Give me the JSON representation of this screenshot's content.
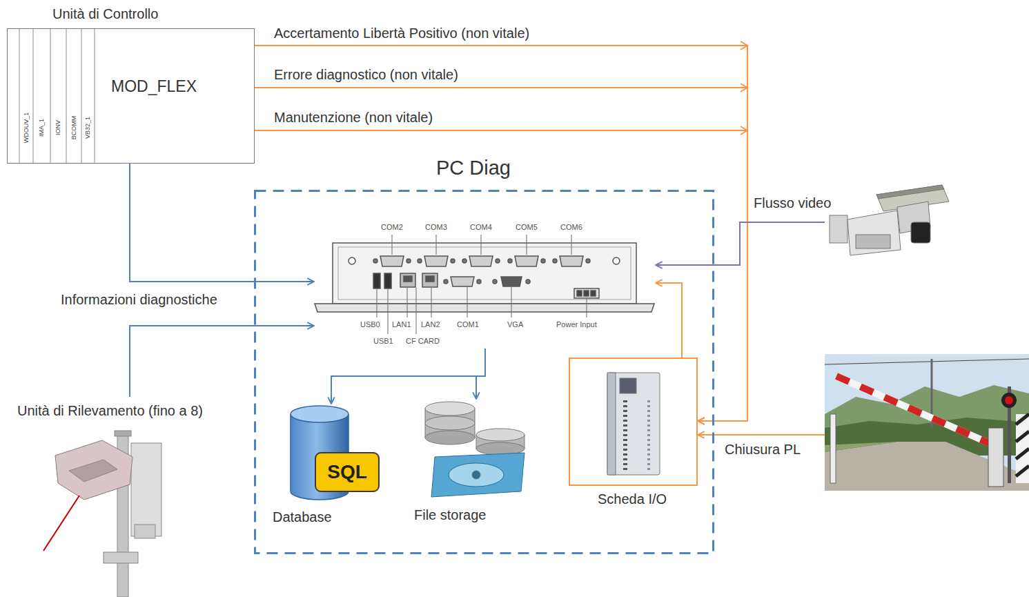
{
  "diagram": {
    "nodes": [
      {
        "text": [
          "Unità di Controllo",
          "MOD_FLEX"
        ]
      },
      {
        "text": [
          "PC Diag"
        ]
      },
      {
        "text": [
          "COM2",
          "COM3",
          "COM4",
          "COM5",
          "COM6",
          "USB0",
          "LAN1",
          "LAN2",
          "COM1",
          "VGA",
          "Power Input",
          "USB1",
          "CF CARD"
        ],
        "in": 1
      },
      {
        "text": [
          "Database"
        ],
        "in": 1
      },
      {
        "text": [
          "File storage"
        ],
        "in": 1
      },
      {
        "text": [
          "Scheda I/O"
        ],
        "in": 1
      },
      {
        "text": [
          "Flusso video"
        ]
      },
      {
        "text": [
          "Unità di Rilevamento (fino a 8)"
        ]
      },
      {
        "text": [
          "Chiusura PL"
        ]
      }
    ],
    "edges": [
      {
        "from": 0,
        "to": 5,
        "label": "Accertamento Libertà Positivo (non vitale)",
        "arrow": "to"
      },
      {
        "from": 0,
        "to": 5,
        "label": "Errore diagnostico (non vitale)",
        "arrow": "to"
      },
      {
        "from": 0,
        "to": 5,
        "label": "Manutenzione (non vitale)",
        "arrow": "to"
      },
      {
        "from": 0,
        "to": 2,
        "label": "Informazioni diagnostiche",
        "arrow": "to"
      },
      {
        "from": 7,
        "to": 2,
        "arrow": "to"
      },
      {
        "from": 6,
        "to": 2,
        "arrow": "to"
      },
      {
        "from": 5,
        "to": 2,
        "arrow": "to"
      },
      {
        "from": 2,
        "to": 3,
        "arrow": "to"
      },
      {
        "from": 2,
        "to": 4,
        "arrow": "to"
      },
      {
        "from": 8,
        "to": 5,
        "arrow": "to"
      }
    ],
    "labels": [
      "WDOUV_1",
      "IMA_1",
      "IONV",
      "BCOMM",
      "VB32_1",
      "SQL"
    ]
  }
}
